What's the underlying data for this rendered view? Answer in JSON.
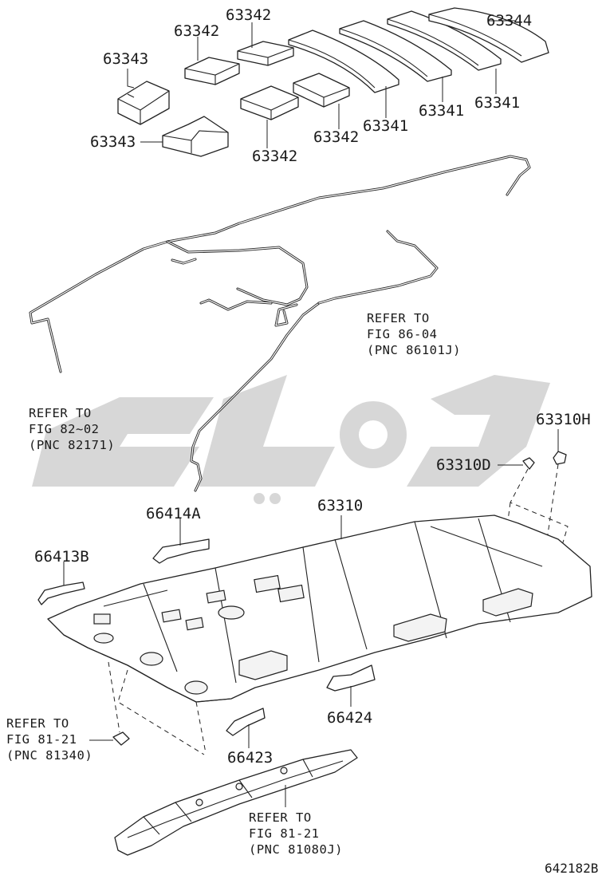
{
  "labels": {
    "p63344": "63344",
    "p63342_a": "63342",
    "p63342_b": "63342",
    "p63343_a": "63343",
    "p63343_b": "63343",
    "p63342_c": "63342",
    "p63342_d": "63342",
    "p63341_a": "63341",
    "p63341_b": "63341",
    "p63341_c": "63341",
    "p63310H": "63310H",
    "p63310D": "63310D",
    "p63310": "63310",
    "p66414A": "66414A",
    "p66413B": "66413B",
    "p66424": "66424",
    "p66423": "66423"
  },
  "refs": {
    "ref_8604": [
      "REFER TO",
      "FIG 86-04",
      "(PNC 86101J)"
    ],
    "ref_8202": [
      "REFER TO",
      "FIG 82~02",
      "(PNC 82171)"
    ],
    "ref_8121a": [
      "REFER TO",
      "FIG 81-21",
      "(PNC 81340)"
    ],
    "ref_8121b": [
      "REFER TO",
      "FIG 81-21",
      "(PNC 81080J)"
    ]
  },
  "diagram_code": "642182B",
  "colors": {
    "line": "#222222",
    "watermark": "#c9c9c9"
  }
}
